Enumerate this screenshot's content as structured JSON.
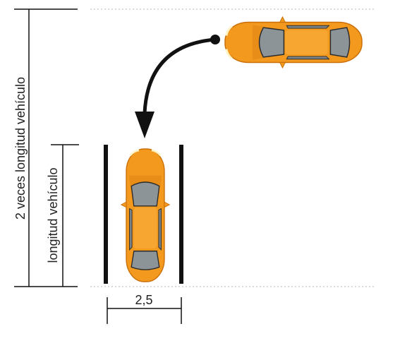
{
  "labels": {
    "two_lengths": "2 veces longitud vehículo",
    "one_length": "longitud vehículo",
    "width": "2,5"
  },
  "icons": {
    "turn_arrow": "curved-arrow-down-icon",
    "car": "car-top-view-icon"
  },
  "colors": {
    "car_body": "#f39a1e",
    "car_shadow": "#d77a0d",
    "glass": "#8d9497",
    "lines": "#111111",
    "guide": "#cfcfcf"
  }
}
